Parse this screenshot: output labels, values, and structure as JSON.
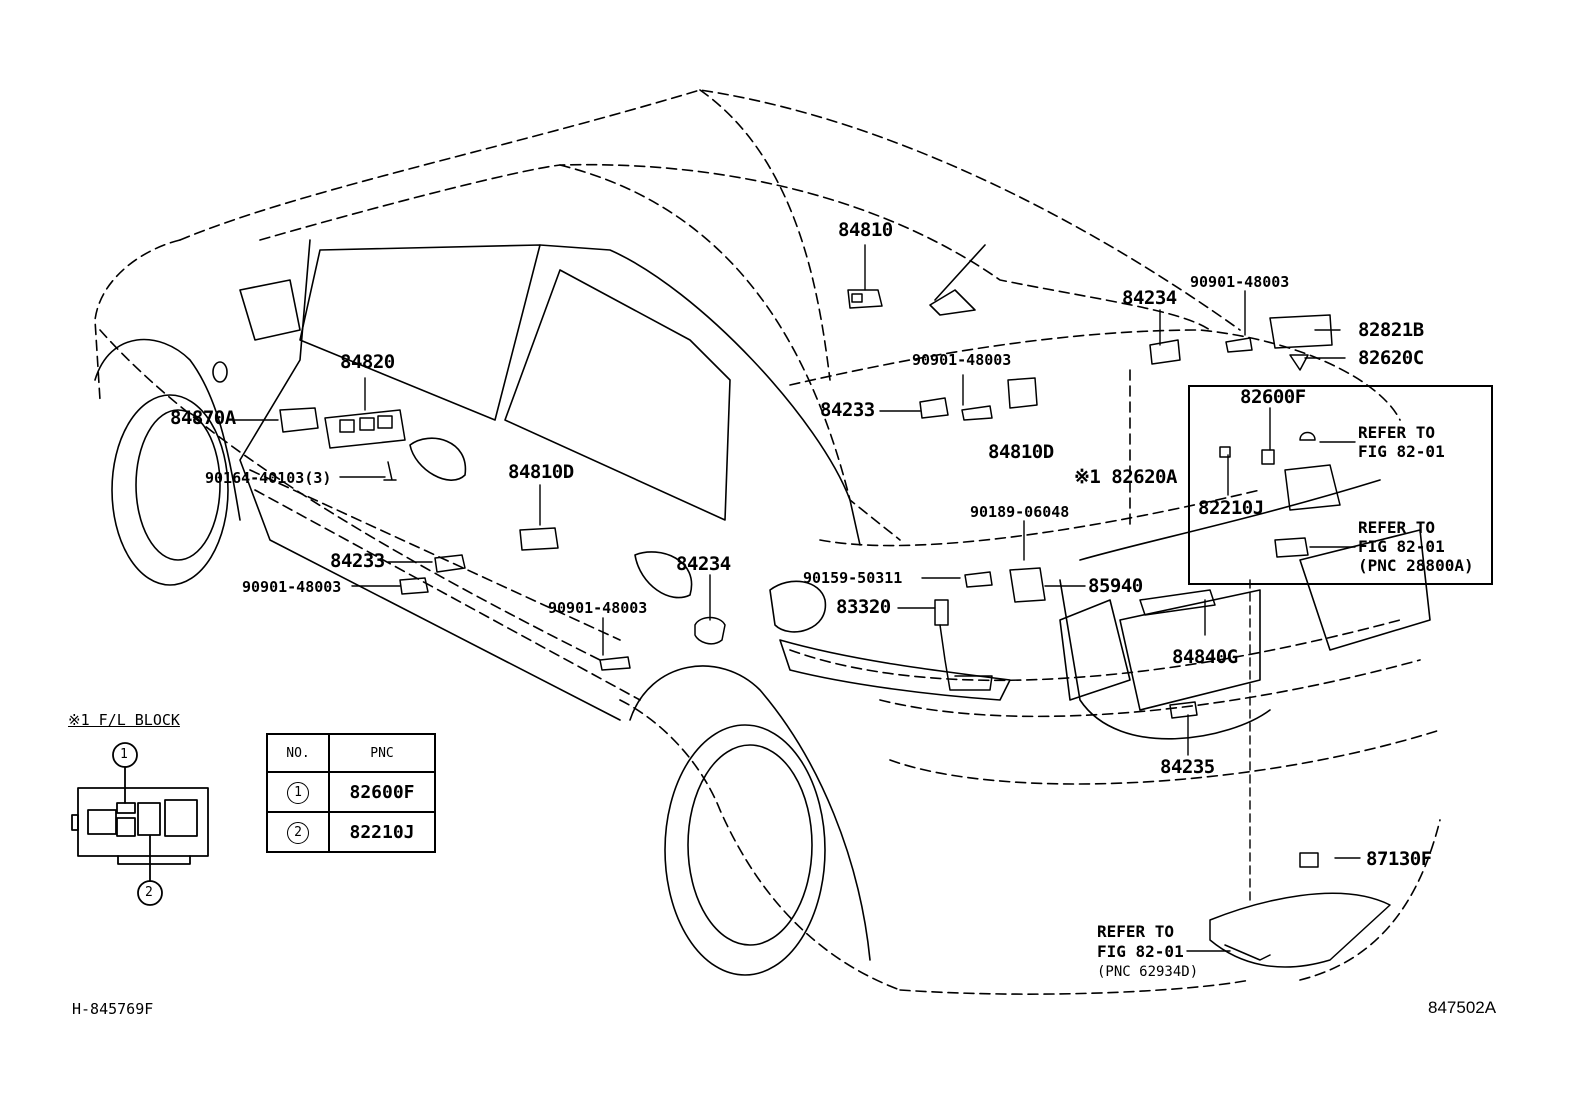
{
  "labels": {
    "p84810": "84810",
    "p84820": "84820",
    "p84870A": "84870A",
    "p90164": "90164-40103(3)",
    "p84810D_a": "84810D",
    "p84233_a": "84233",
    "p90901_a": "90901-48003",
    "p84234_a": "84234",
    "p90901_b": "90901-48003",
    "p84233_b": "84233",
    "p90901_c": "90901-48003",
    "p84810D_b": "84810D",
    "p84234_b": "84234",
    "p90901_d": "90901-48003",
    "p82821B": "82821B",
    "p82620C": "82620C",
    "p82600F": "82600F",
    "p82620A": "※1 82620A",
    "p82210J": "82210J",
    "p90189": "90189-06048",
    "p90159": "90159-50311",
    "p85940": "85940",
    "p83320": "83320",
    "p84840G": "84840G",
    "p84235": "84235",
    "p87130F": "87130F"
  },
  "refs": {
    "ref1_line1": "REFER TO",
    "ref1_line2": "FIG 82-01",
    "ref2_line1": "REFER TO",
    "ref2_line2": "FIG 82-01",
    "ref2_line3": "(PNC 28800A)",
    "ref3_line1": "REFER TO",
    "ref3_line2": "FIG 82-01",
    "ref3_line3": "(PNC 62934D)"
  },
  "fl_block": {
    "title": "※1 F/L BLOCK",
    "marker1": "1",
    "marker2": "2"
  },
  "pnc_table": {
    "header_no": "NO.",
    "header_pnc": "PNC",
    "rows": [
      {
        "no": "1",
        "pnc": "82600F"
      },
      {
        "no": "2",
        "pnc": "82210J"
      }
    ]
  },
  "footer": {
    "left": "H-845769F",
    "right": "847502A"
  }
}
